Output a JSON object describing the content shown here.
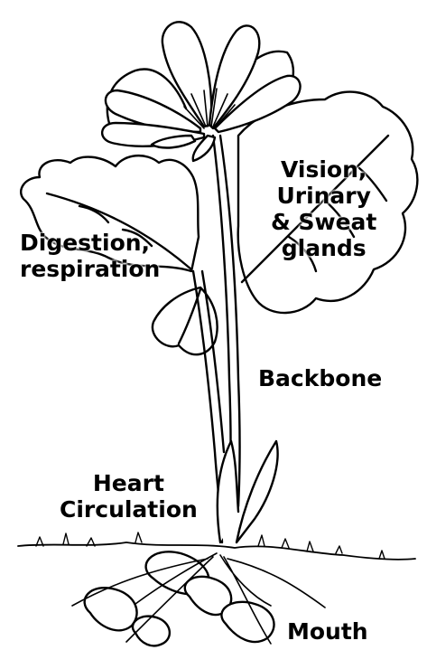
{
  "labels": {
    "vision": [
      "Vision,",
      "Urinary",
      "& Sweat",
      "glands"
    ],
    "digestion": [
      "Digestion,",
      "respiration"
    ],
    "backbone": "Backbone",
    "heart": [
      "Heart",
      "Circulation"
    ],
    "mouth": "Mouth"
  },
  "colors": {
    "ink": "#000000",
    "paper": "#ffffff"
  }
}
